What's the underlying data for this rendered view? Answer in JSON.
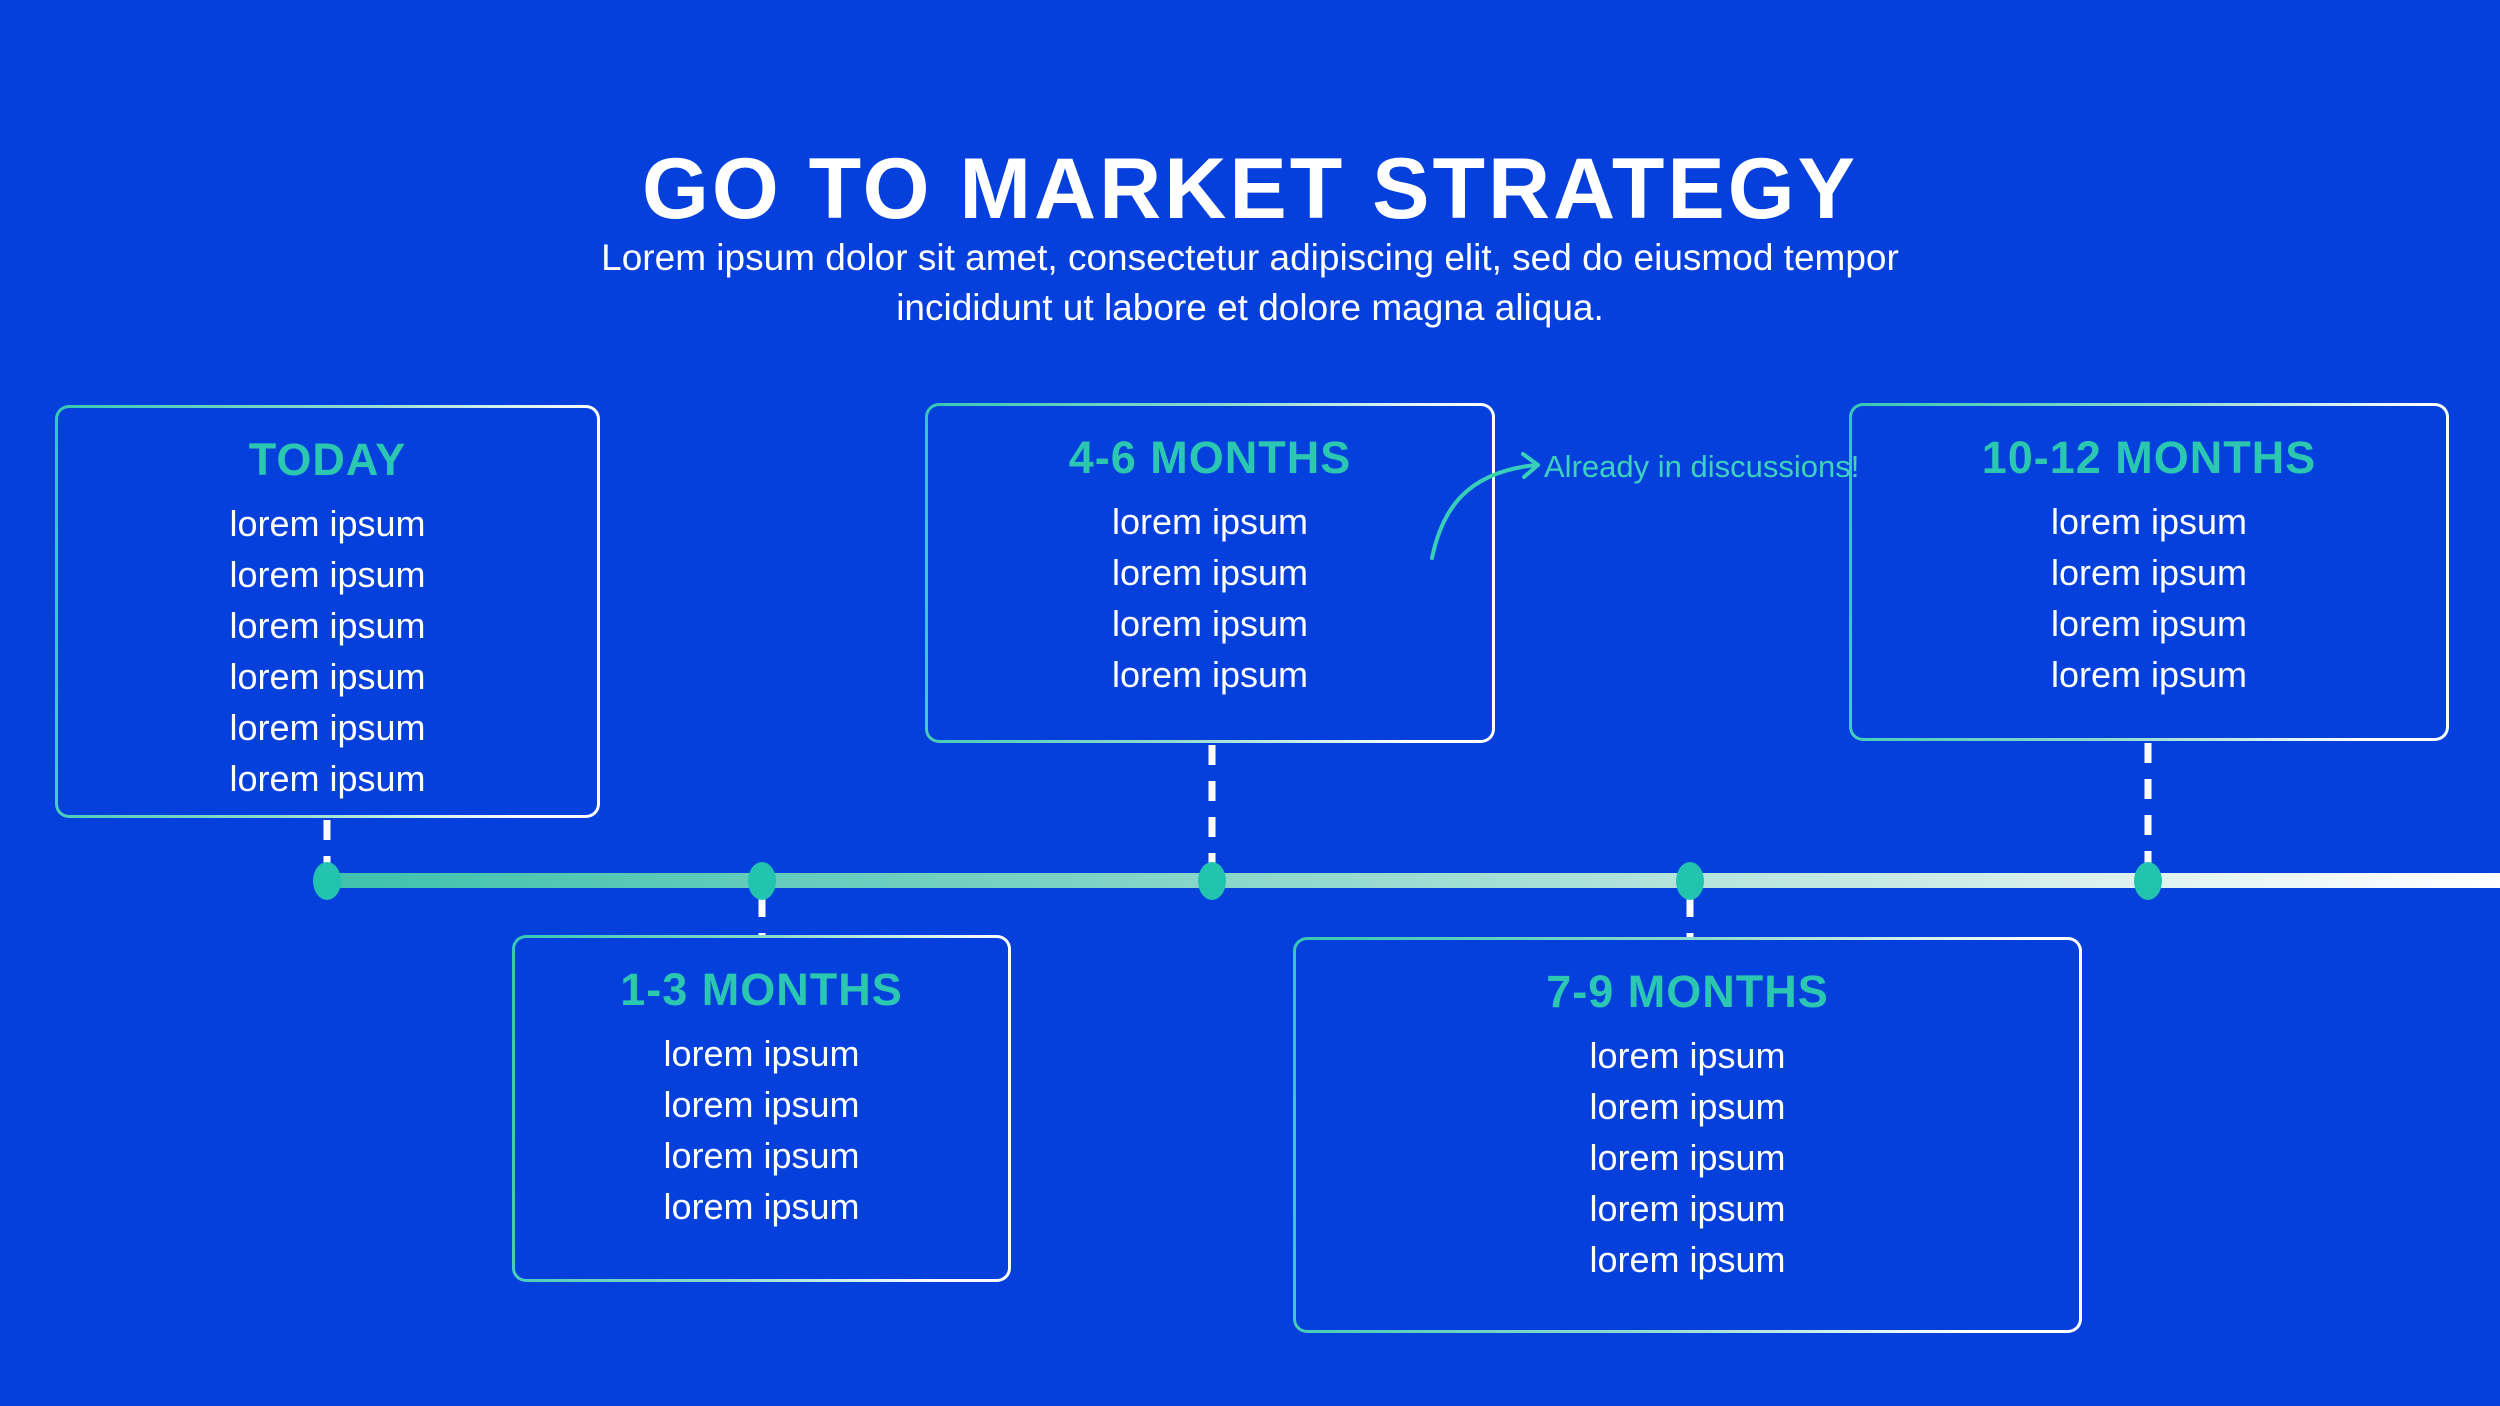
{
  "header": {
    "title": "GO TO MARKET STRATEGY",
    "subtitle_line1": "Lorem ipsum dolor sit amet, consectetur adipiscing elit, sed do eiusmod tempor",
    "subtitle_line2": "incididunt ut labore et dolore magna aliqua."
  },
  "timeline": {
    "boxes": [
      {
        "title": "TODAY",
        "position": "above",
        "items": [
          "lorem ipsum",
          "lorem ipsum",
          "lorem ipsum",
          "lorem ipsum",
          "lorem ipsum",
          "lorem ipsum"
        ]
      },
      {
        "title": "1-3 MONTHS",
        "position": "below",
        "items": [
          "lorem ipsum",
          "lorem ipsum",
          "lorem ipsum",
          "lorem ipsum"
        ]
      },
      {
        "title": "4-6 MONTHS",
        "position": "above",
        "items": [
          "lorem ipsum",
          "lorem ipsum",
          "lorem ipsum",
          "lorem ipsum"
        ]
      },
      {
        "title": "7-9 MONTHS",
        "position": "below",
        "items": [
          "lorem ipsum",
          "lorem ipsum",
          "lorem ipsum",
          "lorem ipsum",
          "lorem ipsum"
        ]
      },
      {
        "title": "10-12 MONTHS",
        "position": "above",
        "items": [
          "lorem ipsum",
          "lorem ipsum",
          "lorem ipsum",
          "lorem ipsum"
        ]
      }
    ]
  },
  "annotation": {
    "text": "Already in discussions!"
  },
  "colors": {
    "background_blue": "#0540DC",
    "accent_teal": "#2BC7B1",
    "dot_teal": "#22C3AF",
    "annotation_teal": "#3DD2BD",
    "text_white": "#FFFFFF"
  }
}
